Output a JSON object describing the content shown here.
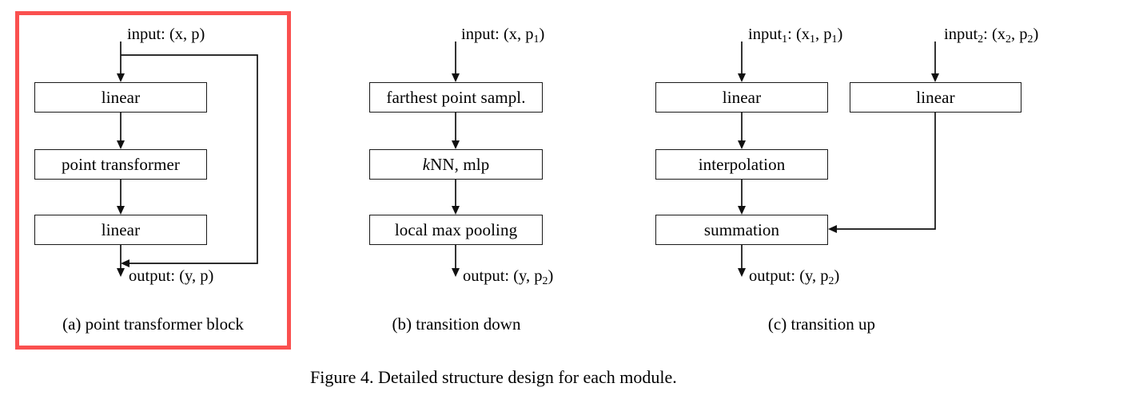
{
  "figure": {
    "caption": "Figure 4. Detailed structure design for each module.",
    "highlight_color": "#fa504f",
    "line_color": "#111111",
    "background_color": "#ffffff"
  },
  "panels": [
    {
      "id": "a",
      "caption": "(a) point transformer block",
      "highlighted": true,
      "input_label": "input: (x, p)",
      "output_label": "output: (y, p)",
      "boxes": [
        {
          "label": "linear"
        },
        {
          "label": "point transformer"
        },
        {
          "label": "linear"
        }
      ],
      "has_skip_connection": true
    },
    {
      "id": "b",
      "caption": "(b) transition down",
      "highlighted": false,
      "input_label_text": "input: (x, p",
      "input_sub": "1",
      "input_tail": ")",
      "output_label_text": "output: (y, p",
      "output_sub": "2",
      "output_tail": ")",
      "boxes": [
        {
          "label": "farthest point sampl."
        },
        {
          "label_italic": "k",
          "label": "NN, mlp"
        },
        {
          "label": "local max pooling"
        }
      ],
      "has_skip_connection": false
    },
    {
      "id": "c",
      "caption": "(c) transition up",
      "highlighted": false,
      "input1_text": "input",
      "input1_sub": "1",
      "input1_tail": ": (x",
      "input1_sub2": "1",
      "input1_mid": ", p",
      "input1_sub3": "1",
      "input1_end": ")",
      "input2_text": "input",
      "input2_sub": "2",
      "input2_tail": ": (x",
      "input2_sub2": "2",
      "input2_mid": ", p",
      "input2_sub3": "2",
      "input2_end": ")",
      "output_label_text": "output: (y, p",
      "output_sub": "2",
      "output_tail": ")",
      "boxes_left": [
        {
          "label": "linear"
        },
        {
          "label": "interpolation"
        },
        {
          "label": "summation"
        }
      ],
      "boxes_right": [
        {
          "label": "linear"
        }
      ],
      "has_merge_arrow": true
    }
  ]
}
